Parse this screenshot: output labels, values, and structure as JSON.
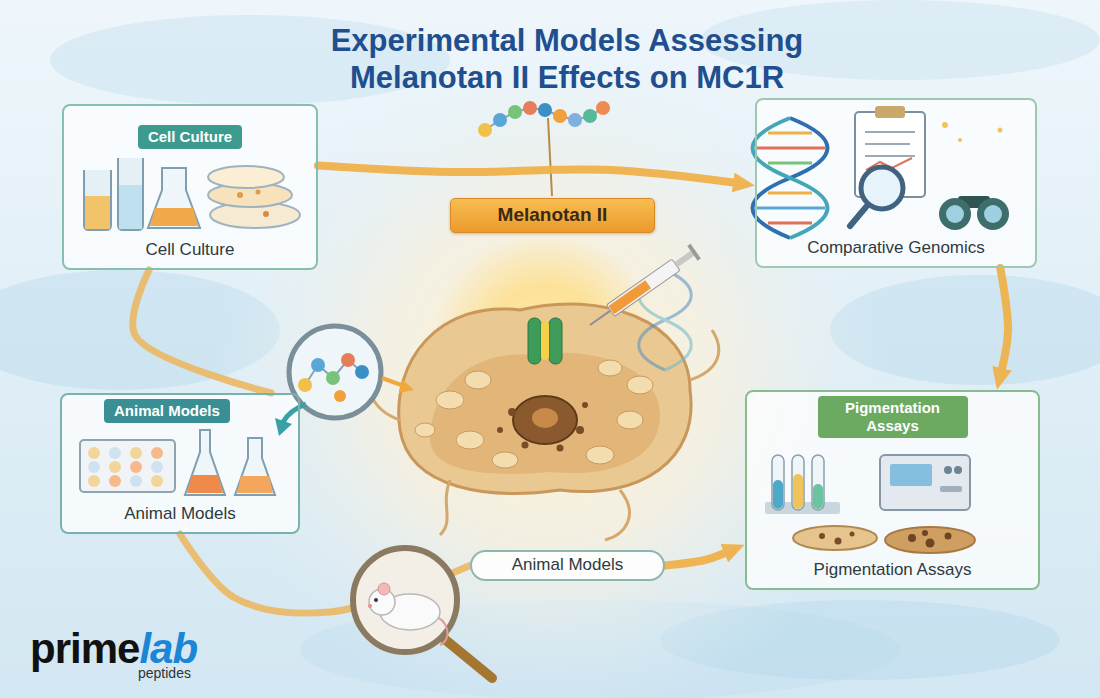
{
  "diagram": {
    "title": "Experimental Models Assessing Melanotan II Effects on MC1R",
    "nodes": [
      {
        "text": [
          "Cell Culture",
          "Cell Culture"
        ]
      },
      {
        "text": [
          "Melanotan II"
        ]
      },
      {
        "text": [
          "Comparative Genomics"
        ]
      },
      {
        "text": [
          "Animal Models",
          "Animal Models"
        ]
      },
      {
        "text": [
          "Animal Models"
        ]
      },
      {
        "text": [
          "Pigmentation Assays",
          "Pigmentation Assays"
        ]
      }
    ],
    "edges": [
      {
        "from": 0,
        "to": 2,
        "arrow": "to"
      },
      {
        "from": 2,
        "to": 5,
        "arrow": "to"
      },
      {
        "from": 0,
        "to": 3,
        "arrow": "none"
      },
      {
        "from": 3,
        "to": 4,
        "arrow": "none"
      },
      {
        "from": 4,
        "to": 5,
        "arrow": "to"
      }
    ],
    "labels": [
      "prime",
      "lab",
      "peptides"
    ]
  }
}
